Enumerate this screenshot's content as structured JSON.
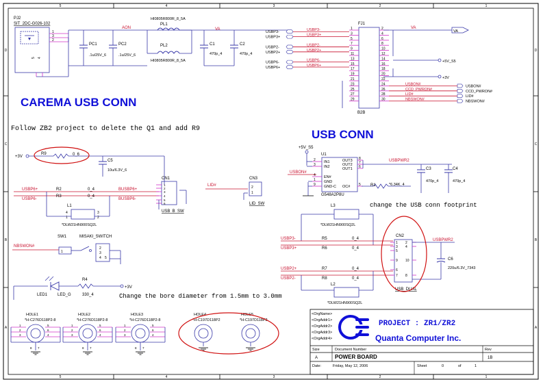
{
  "border": {
    "cols_top": [
      "5",
      "4",
      "3",
      "2",
      "1"
    ],
    "cols_bottom": [
      "5",
      "4",
      "3",
      "2",
      "1"
    ],
    "rows_left": [
      "D",
      "C",
      "B",
      "A"
    ],
    "rows_right": [
      "D",
      "C",
      "B",
      "A"
    ]
  },
  "camera": {
    "pj2_ref": "PJ2",
    "pj2_part": "SIT_2DC-G026-102",
    "pj2_pins": [
      "1",
      "3",
      "2",
      "5",
      "4"
    ],
    "aon": "AON",
    "va": "VA",
    "pc1_ref": "PC1",
    "pc1_val": ".1u/25V_6",
    "pc2_ref": "PC2",
    "pc2_val": ".1u/25V_6",
    "pl1_ref": "PL1",
    "pl1_part": "HI0805R800R_8_5A",
    "pl2_ref": "PL2",
    "pl2_part": "HI0805R800R_8_5A",
    "c1_ref": "C1",
    "c1_val": "470p_4",
    "c2_ref": "C2",
    "c2_val": "470p_4",
    "title": "CAREMA USB  CONN"
  },
  "note_q1": "Follow ZB2 project to delete the Q1 and add R9",
  "fj1": {
    "ref": "FJ1",
    "part": "B2B",
    "left_nets": [
      "USBP3-",
      "USBP3+",
      "USBP2-",
      "USBP2+",
      "USBP6-",
      "USBP6+"
    ],
    "left_labels": [
      "USBP3-",
      "USBP3+",
      "USBP2-",
      "USBP2+",
      "USBP6-",
      "USBP6+"
    ],
    "pins_left": [
      "1",
      "3",
      "5",
      "7",
      "9",
      "11",
      "13",
      "15",
      "17",
      "19",
      "21",
      "23",
      "25",
      "27",
      "29"
    ],
    "pins_right": [
      "2",
      "4",
      "6",
      "8",
      "10",
      "12",
      "14",
      "16",
      "18",
      "20",
      "22",
      "24",
      "26",
      "28",
      "30"
    ],
    "right_labels": [
      "VA",
      "+5V_S5",
      "+3V",
      "USBON#",
      "CCD_PWRON#",
      "LID#",
      "NBSWON#"
    ],
    "port_labels": [
      "VA",
      "USBON#",
      "CCD_PWRON#",
      "LID#",
      "NBSWON#"
    ]
  },
  "usb_conn_title": "USB  CONN",
  "u1": {
    "ref": "U1",
    "part": "G548A2P8U",
    "pins_left": [
      "IN1",
      "IN2",
      "EN#",
      "GND",
      "GND-C"
    ],
    "pins_right": [
      "OUT3",
      "OUT2",
      "OUT1",
      "OC#"
    ],
    "pin_nums_left": [
      "2",
      "3",
      "4",
      "1",
      "9"
    ],
    "pin_nums_right": [
      "8",
      "7",
      "6",
      "5"
    ],
    "supply": "+5V_S5",
    "en_net": "USBON#",
    "out_net": "USBPWR2",
    "r1_ref": "R1",
    "r1_val": "*6.34K_4",
    "c3_ref": "C3",
    "c3_val": "470p_4",
    "c4_ref": "C4",
    "c4_val": "470p_4"
  },
  "r9": {
    "supply": "+3V",
    "ref": "R9",
    "val": "0_6",
    "c5_ref": "C5",
    "c5_val": "10u/6.3V_6"
  },
  "cn1": {
    "ref": "CN1",
    "part": "USB_B_SW",
    "pins": [
      "1",
      "2",
      "3",
      "4",
      "5",
      "6"
    ],
    "net_p": "USBP6+",
    "net_n": "USBP6-",
    "bus_p": "BUSBP6+",
    "bus_n": "BUSBP6-",
    "r2_ref": "R2",
    "r2_val": "0_4",
    "r3_ref": "R3",
    "r3_val": "0_4",
    "l1_ref": "L1",
    "l1_part": "*DLW21HN900SQ2L",
    "l1_pins": [
      "1",
      "2",
      "3",
      "4"
    ]
  },
  "cn3": {
    "net": "LID#",
    "ref": "CN3",
    "part": "LID_SW",
    "pins": [
      "2",
      "1"
    ]
  },
  "sw1": {
    "net": "NBSWON#",
    "ref": "SW1",
    "part": "MISAKI_SWITCH",
    "pins": [
      "1",
      "2",
      "3",
      "4",
      "5"
    ]
  },
  "led": {
    "ref": "LED1",
    "part": "LED_G",
    "r4_ref": "R4",
    "r4_val": "330_4",
    "supply": "+3V"
  },
  "note_bore": "Change the bore diameter from 1.5mm to 3.0mm",
  "note_usb_fp": "change the USB conn footprint",
  "cn2": {
    "ref": "CN2",
    "part": "USB_DUAL",
    "pins_left": [
      "1",
      "3",
      "5",
      "9",
      "6",
      "7"
    ],
    "pins_right": [
      "2",
      "4",
      "10",
      "8"
    ],
    "pwr_net": "USBPWR2",
    "nets": [
      "USBP3-",
      "USBP3+",
      "USBP2+",
      "USBP2-"
    ],
    "r5_ref": "R5",
    "r5_val": "0_4",
    "r6_ref": "R6",
    "r6_val": "0_4",
    "r7_ref": "R7",
    "r7_val": "0_4",
    "r8_ref": "R8",
    "r8_val": "0_4",
    "l3_ref": "L3",
    "l3_part": "*DLW21HN900SQ2L",
    "l2_ref": "L2",
    "l2_part": "*DLW21HN900SQ2L",
    "c6_ref": "C6",
    "c6_val": "220u/6.3V_7343"
  },
  "holes": [
    {
      "ref": "HOLE1",
      "part": "*H-C276D118P2-8"
    },
    {
      "ref": "HOLE2",
      "part": "*H-C276D118P2-8"
    },
    {
      "ref": "HOLE3",
      "part": "*H-C276D118P2-8"
    },
    {
      "ref": "HOLE4",
      "part": "*H-C197D118P2"
    },
    {
      "ref": "HOLE5",
      "part": "*H-C197D118P2"
    }
  ],
  "hole_pins": [
    "1",
    "2",
    "3",
    "5",
    "6",
    "4",
    "8",
    "7",
    "9"
  ],
  "titleblock": {
    "org_lines": [
      "<OrgName>",
      "<OrgAddr1>",
      "<OrgAddr2>",
      "<OrgAddr3>",
      "<OrgAddr4>"
    ],
    "project": "PROJECT  :  ZR1/ZR2",
    "company": "Quanta Computer Inc.",
    "size_label": "Size",
    "size_value": "A",
    "docnum_label": "Document Number",
    "docnum_value": "POWER BOARD",
    "rev_label": "Rev",
    "rev_value": "1B",
    "date_label": "Date:",
    "date_value": "Friday, May 12, 2006",
    "sheet_label": "Sheet",
    "sheet_value": "0",
    "of_label": "of",
    "of_value": "1"
  },
  "colors": {
    "wire": "#3838a8",
    "net": "#c8102e",
    "pin": "#d030c8",
    "title": "#1010d8",
    "circle": "#d01010",
    "text": "#000000"
  }
}
